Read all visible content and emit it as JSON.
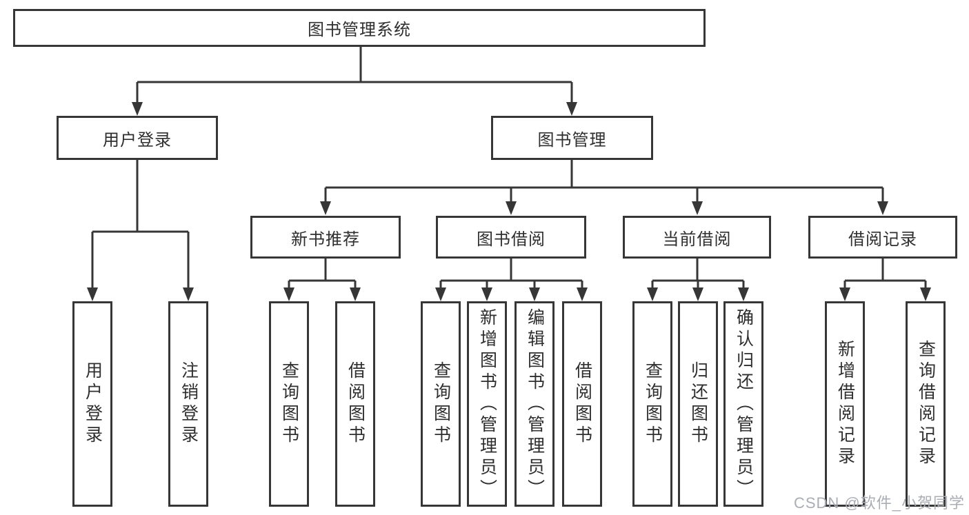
{
  "diagram": {
    "root": {
      "label": "图书管理系统"
    },
    "branches": {
      "user_login": {
        "label": "用户登录",
        "leaves": [
          "用户登录",
          "注销登录"
        ]
      },
      "book_mgmt": {
        "label": "图书管理",
        "groups": [
          {
            "label": "新书推荐",
            "leaves": [
              "查询图书",
              "借阅图书"
            ]
          },
          {
            "label": "图书借阅",
            "leaves": [
              "查询图书",
              "新增图书（管理员）",
              "编辑图书（管理员）",
              "借阅图书"
            ]
          },
          {
            "label": "当前借阅",
            "leaves": [
              "查询图书",
              "归还图书",
              "确认归还（管理员）"
            ]
          },
          {
            "label": "借阅记录",
            "leaves": [
              "新增借阅记录",
              "查询借阅记录"
            ]
          }
        ]
      }
    }
  },
  "watermark": {
    "text": "CSDN @软件_小贺同学"
  },
  "colors": {
    "line": "#363636",
    "text": "#2e2e2e",
    "watermark": "#aaadb3",
    "background": "#ffffff"
  }
}
